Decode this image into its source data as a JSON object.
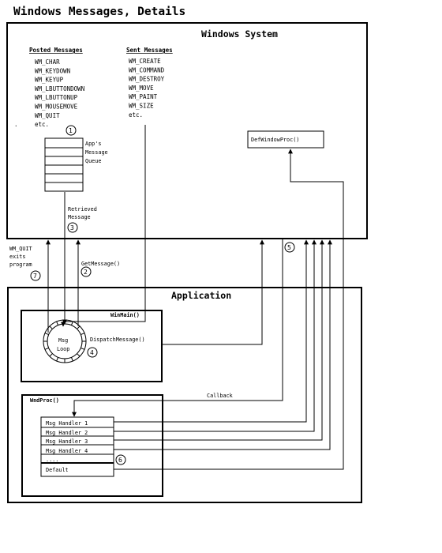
{
  "title": "Windows Messages, Details",
  "windows_system": {
    "title": "Windows System",
    "posted_header": "Posted Messages",
    "posted_messages": [
      "WM_CHAR",
      "WM_KEYDOWN",
      "WM_KEYUP",
      "WM_LBUTTONDOWN",
      "WM_LBUTTONUP",
      "WM_MOUSEMOVE",
      "WM_QUIT",
      "etc."
    ],
    "sent_header": "Sent Messages",
    "sent_messages": [
      "WM_CREATE",
      "WM_COMMAND",
      "WM_DESTROY",
      "WM_MOVE",
      "WM_PAINT",
      "WM_SIZE",
      "etc."
    ],
    "queue_label": [
      "App's",
      "Message",
      "Queue"
    ],
    "def_window_proc": "DefWindowProc()"
  },
  "flow_labels": {
    "retrieved": [
      "Retrieved",
      "Message"
    ],
    "get_message": "GetMessage()",
    "wm_quit": [
      "WM_QUIT",
      "exits",
      "program"
    ],
    "callback": "Callback",
    "dispatch": "DispatchMessage()"
  },
  "application": {
    "title": "Application",
    "winmain": "WinMain()",
    "msg_loop": [
      "Msg",
      "Loop"
    ],
    "wndproc": "WndProc()",
    "handlers": [
      "Msg Handler 1",
      "Msg Handler 2",
      "Msg Handler 3",
      "Msg Handler 4",
      "....",
      "Default"
    ]
  },
  "step_numbers": [
    "1",
    "2",
    "3",
    "4",
    "5",
    "6",
    "7"
  ]
}
